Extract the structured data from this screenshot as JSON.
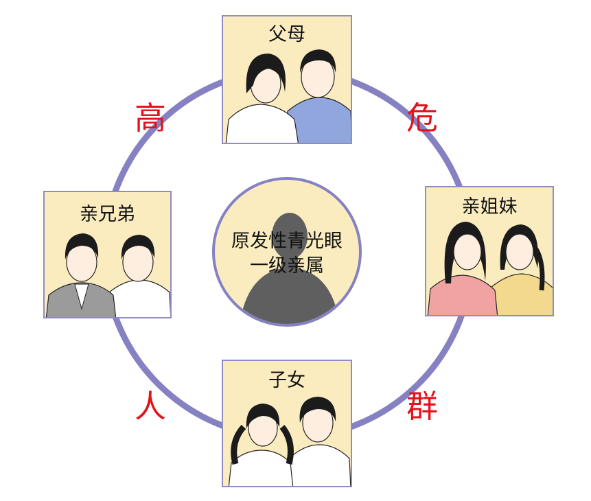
{
  "center": {
    "line1": "原发性青光眼",
    "line2": "一级亲属"
  },
  "cards": {
    "top": {
      "label": "父母"
    },
    "left": {
      "label": "亲兄弟"
    },
    "right": {
      "label": "亲姐妹"
    },
    "bottom": {
      "label": "子女"
    }
  },
  "ring_text": [
    "高",
    "危",
    "人",
    "群"
  ],
  "colors": {
    "ring": "#8581c2",
    "card_bg": "#fbecc0",
    "accent_text": "#e3121b",
    "silhouette": "#5f5f5f"
  }
}
